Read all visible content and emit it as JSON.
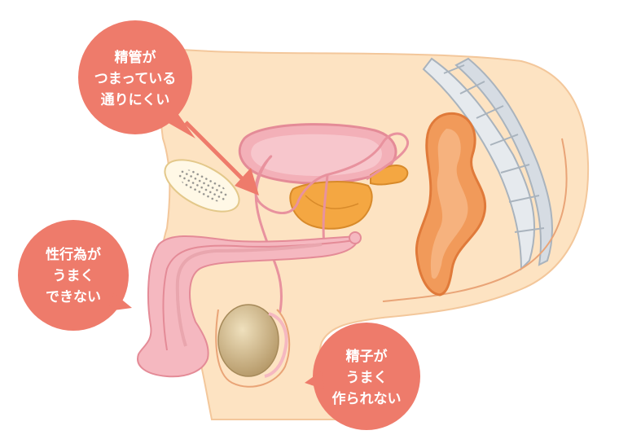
{
  "callouts": {
    "vas_deferens": {
      "lines": [
        "精管が",
        "つまっている",
        "通りにくい"
      ]
    },
    "sexual_function": {
      "lines": [
        "性行為が",
        "うまく",
        "できない"
      ]
    },
    "sperm_production": {
      "lines": [
        "精子が",
        "うまく",
        "作られない"
      ]
    }
  },
  "colors": {
    "bubble": "#ee7b6b",
    "skin": "#fde3c2",
    "skin_outline": "#e9a477",
    "penis": "#f5b8c0",
    "bladder": "#f3b0b8",
    "prostate": "#f4a742",
    "rectum": "#f19a5a",
    "spine": "#dde3ea",
    "testis": "#c9b389",
    "arrow": "#ee7b6b"
  }
}
